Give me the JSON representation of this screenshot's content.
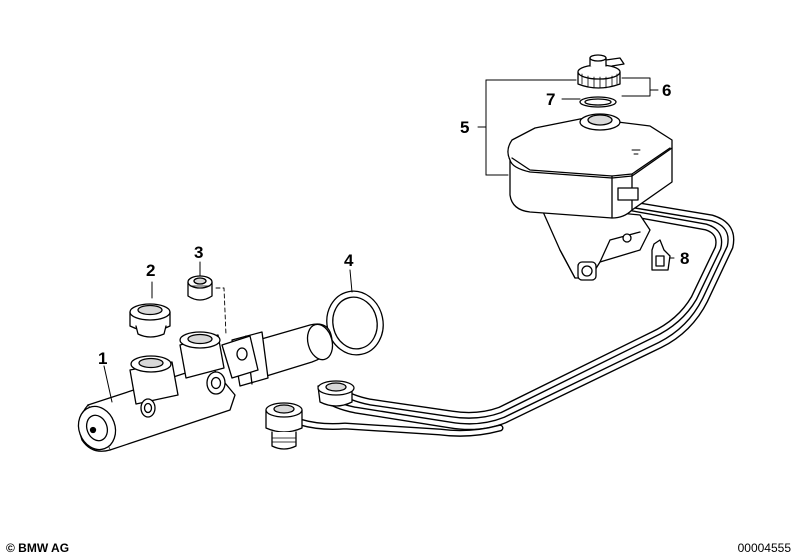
{
  "callouts": {
    "c1": "1",
    "c2": "2",
    "c3": "3",
    "c4": "4",
    "c5": "5",
    "c6": "6",
    "c7": "7",
    "c8": "8"
  },
  "footer": {
    "copyright": "© BMW AG",
    "doc_number": "00004555"
  },
  "colors": {
    "line": "#000000",
    "fill": "#ffffff",
    "shade": "#d8d8d8"
  }
}
